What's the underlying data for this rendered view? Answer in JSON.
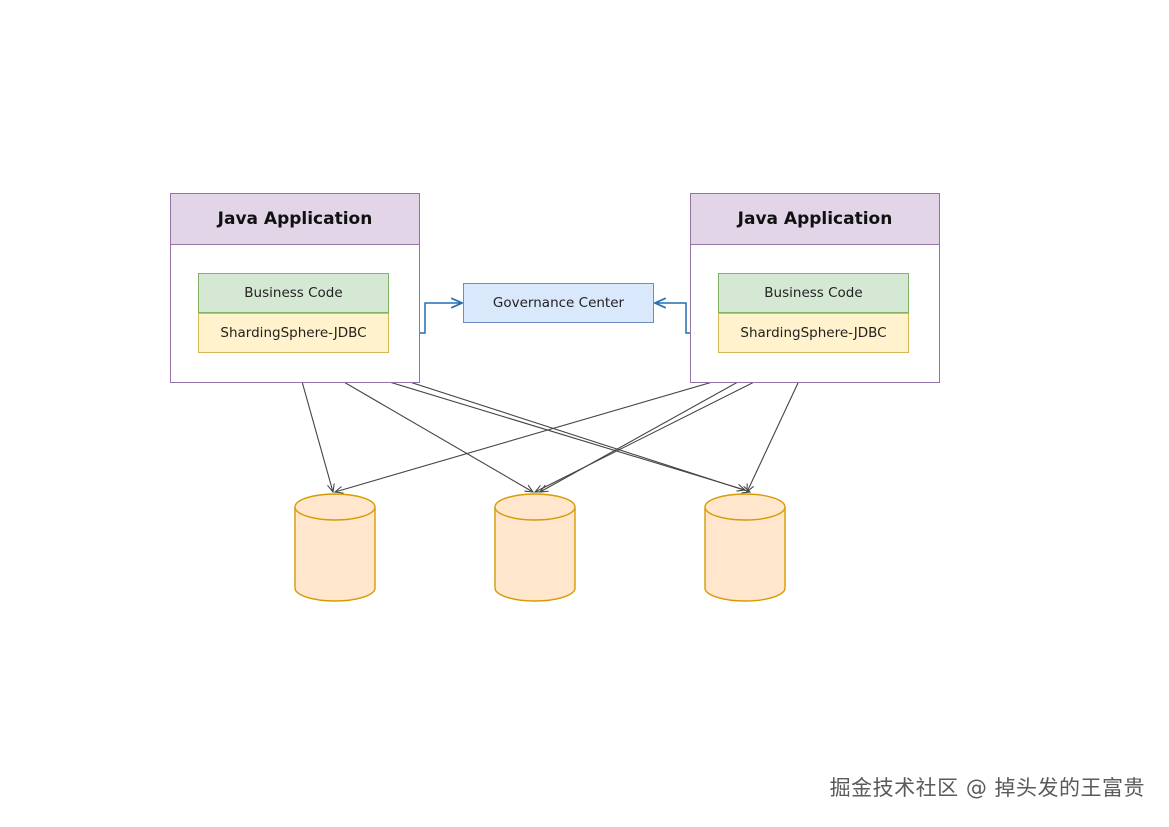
{
  "apps": [
    {
      "title": "Java Application",
      "business_label": "Business Code",
      "jdbc_label": "ShardingSphere-JDBC"
    },
    {
      "title": "Java Application",
      "business_label": "Business Code",
      "jdbc_label": "ShardingSphere-JDBC"
    }
  ],
  "governance": {
    "label": "Governance Center"
  },
  "databases": [
    {
      "icon": "database-cylinder-icon"
    },
    {
      "icon": "database-cylinder-icon"
    },
    {
      "icon": "database-cylinder-icon"
    }
  ],
  "colors": {
    "app_border": "#9673a6",
    "app_header": "#e1d5e7",
    "business_fill": "#d5e8d4",
    "business_border": "#82b366",
    "jdbc_fill": "#fff2cc",
    "jdbc_border": "#d6b656",
    "gov_fill": "#dae8fc",
    "gov_border": "#6c8ebf",
    "db_fill": "#ffe6cc",
    "db_border": "#d79b00",
    "gov_connector": "#1f6fb2",
    "db_arrow": "#444444"
  },
  "watermark": "掘金技术社区 @ 掉头发的王富贵"
}
